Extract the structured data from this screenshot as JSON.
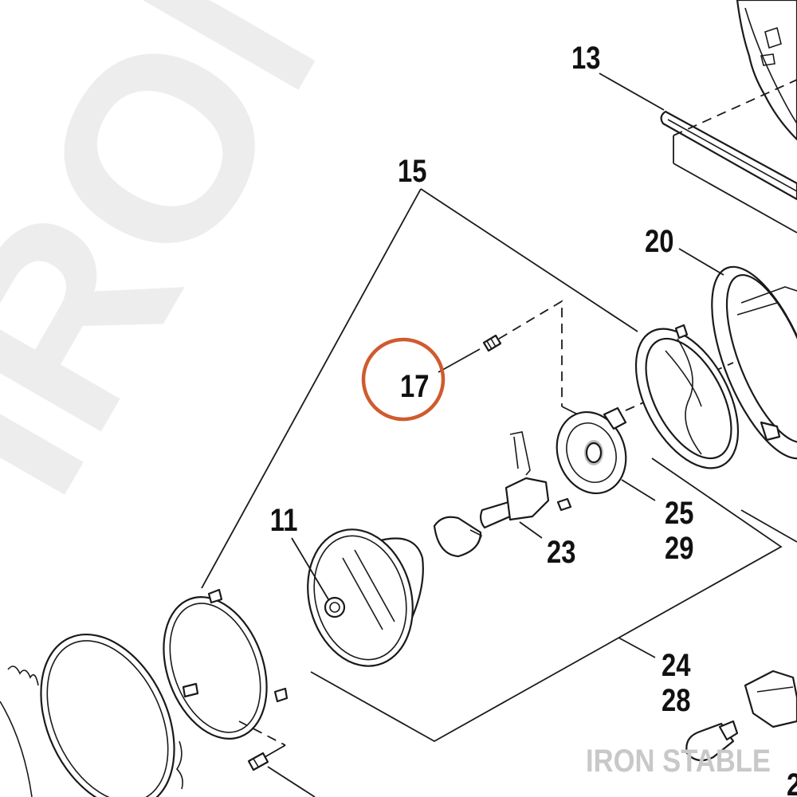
{
  "watermark": {
    "large_text": "IRON ST",
    "footer_text": "IRON STABLE"
  },
  "callouts": {
    "c13": "13",
    "c15": "15",
    "c17": "17",
    "c20": "20",
    "c11": "11",
    "c23": "23",
    "c25": "25",
    "c29": "29",
    "c24": "24",
    "c28": "28",
    "c_partial": "2"
  },
  "highlight": {
    "target": "17",
    "color": "#cf5b2e"
  },
  "colors": {
    "line": "#1a1a1a",
    "watermark": "#ededed",
    "footer_watermark": "#c8c8c8"
  }
}
